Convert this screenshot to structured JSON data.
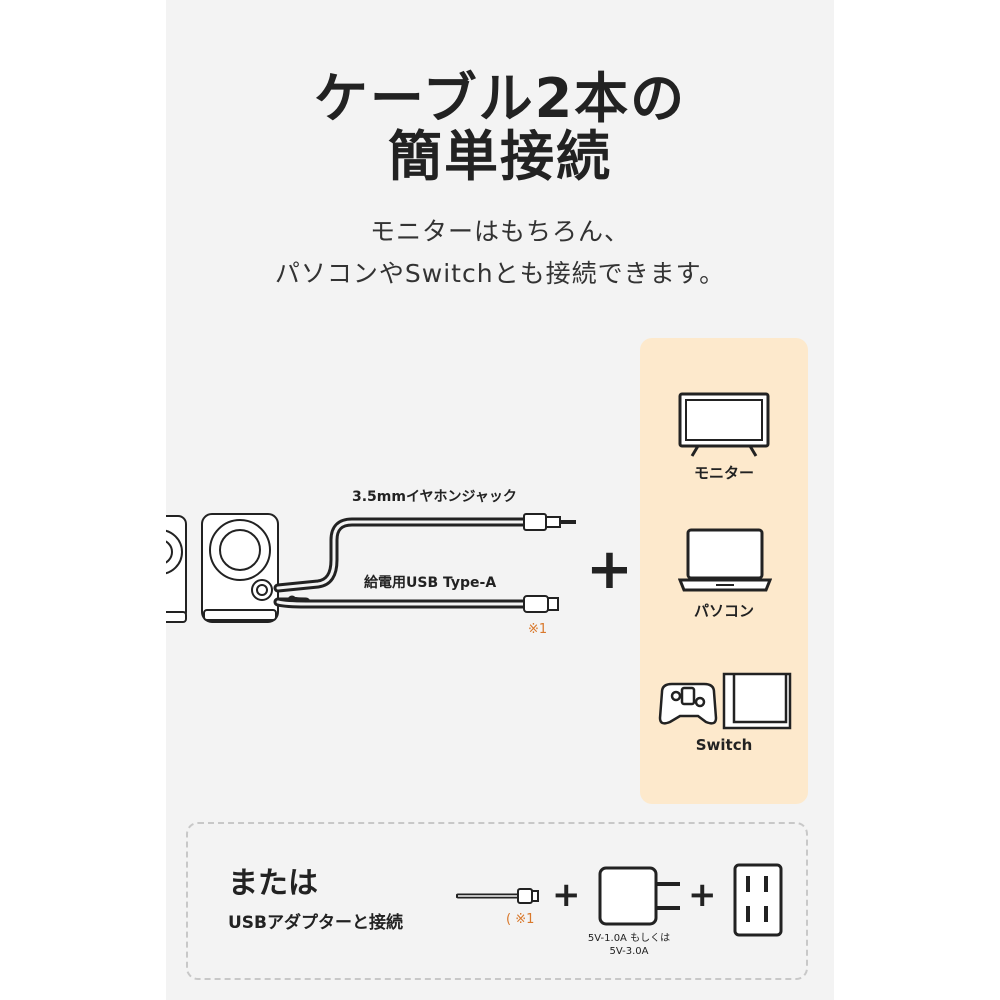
{
  "header": {
    "title_line1": "ケーブル2本の",
    "title_line2": "簡単接続",
    "subtitle_line1": "モニターはもちろん、",
    "subtitle_line2": "パソコンやSwitchとも接続できます。"
  },
  "cables": {
    "audio_label": "3.5mmイヤホンジャック",
    "usb_label": "給電用USB Type-A",
    "usb_note": "※1"
  },
  "devices": {
    "monitor_label": "モニター",
    "pc_label": "パソコン",
    "switch_label": "Switch"
  },
  "alternative": {
    "title": "または",
    "subtitle": "USBアダプターと接続",
    "cable_note": "( ※1",
    "adapter_spec_line1": "5V-1.0A もしくは",
    "adapter_spec_line2": "5V-3.0A"
  },
  "colors": {
    "panel_bg": "#f3f3f3",
    "card_bg": "#fde9cc",
    "note_orange": "#d9782b"
  }
}
